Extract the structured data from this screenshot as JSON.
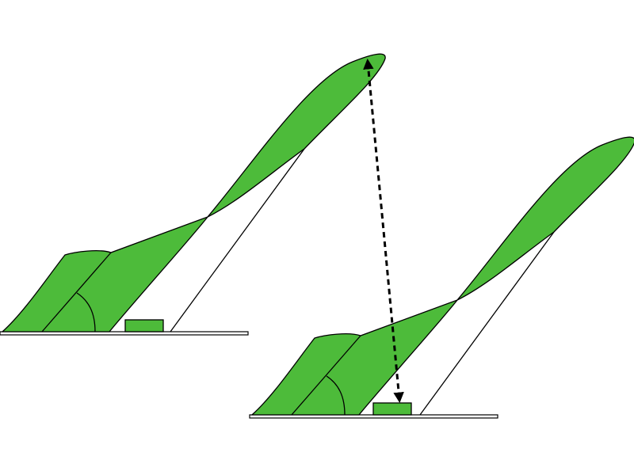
{
  "diagram": {
    "colors": {
      "fill": "#4dbb3a",
      "stroke": "#000000",
      "background": "#ffffff",
      "arrow": "#000000"
    },
    "figures": [
      {
        "id": "left-figure",
        "label": ""
      },
      {
        "id": "right-figure",
        "label": ""
      }
    ],
    "arrow": {
      "style": "dashed",
      "heads": "both",
      "label": ""
    }
  }
}
